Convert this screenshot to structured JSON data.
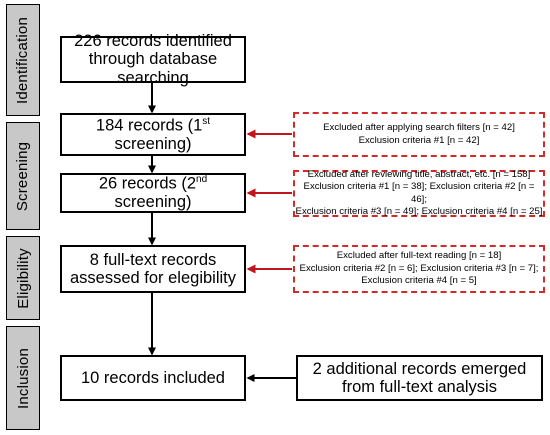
{
  "phases": {
    "identification": "Identification",
    "screening": "Screening",
    "eligibility": "Eligibility",
    "inclusion": "Inclusion"
  },
  "boxes": {
    "identified": {
      "line1": "226 records identified",
      "line2": "through database searching"
    },
    "screen1": {
      "prefix": "184 records (1",
      "sup": "st",
      "suffix": " screening)"
    },
    "screen2": {
      "prefix": "26 records (2",
      "sup": "nd",
      "suffix": " screening)"
    },
    "eligible": {
      "line1": "8 full-text records",
      "line2": "assessed for elegibility"
    },
    "included": {
      "line1": "10 records included"
    },
    "additional": {
      "line1": "2 additional records emerged",
      "line2": "from full-text analysis"
    }
  },
  "exclusions": {
    "first": {
      "line1": "Excluded after applying search filters [n = 42]",
      "line2": "Exclusion criteria #1 [n = 42]"
    },
    "second": {
      "line1": "Excluded after reviewing title, abstract, etc. [n = 158]",
      "line2": "Exclusion criteria #1 [n = 38]; Exclusion criteria #2 [n = 46];",
      "line3": "Exclusion criteria #3 [n = 49]; Exclusion criteria #4 [n = 25]"
    },
    "third": {
      "line1": "Excluded after full-text reading [n = 18]",
      "line2": "Exclusion criteria #2 [n = 6]; Exclusion criteria #3 [n = 7];",
      "line3": "Exclusion criteria #4 [n = 5]"
    }
  },
  "colors": {
    "phase_fill": "#c8c8c8",
    "exclusion_border": "#d32a2a",
    "exclusion_arrow": "#c0161c",
    "main_arrow": "#000000"
  }
}
